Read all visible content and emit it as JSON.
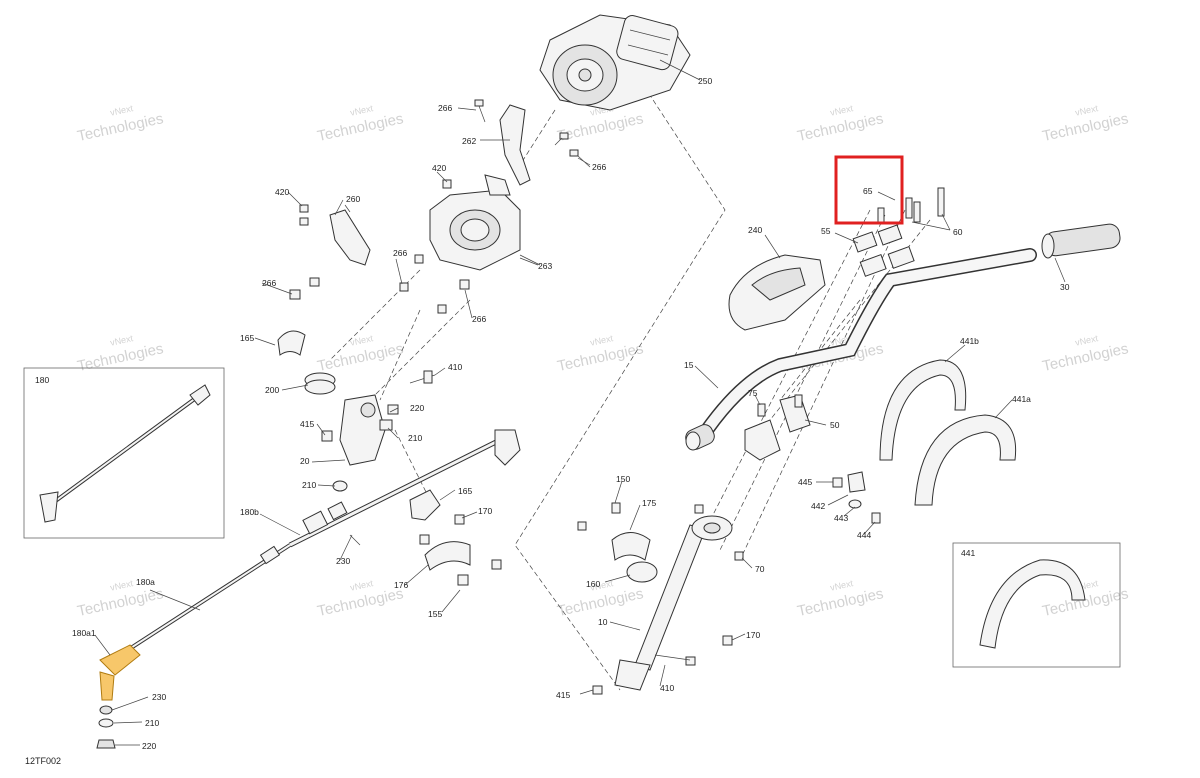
{
  "diagram": {
    "code": "12TF002",
    "highlight_label": "65",
    "callouts": {
      "c250": "250",
      "c266a": "266",
      "c262": "262",
      "c266b": "266",
      "c420a": "420",
      "c420b": "420",
      "c260": "260",
      "c266c": "266",
      "c266d": "266",
      "c263": "263",
      "c266e": "266",
      "c165a": "165",
      "c410a": "410",
      "c200": "200",
      "c220a": "220",
      "c415a": "415",
      "c210a": "210",
      "c20": "20",
      "c210b": "210",
      "c165b": "165",
      "c180": "180",
      "c180b": "180b",
      "c170a": "170",
      "c230a": "230",
      "c176": "176",
      "c155": "155",
      "c180a": "180a",
      "c180a1": "180a1",
      "c230b": "230",
      "c210c": "210",
      "c220b": "220",
      "c150": "150",
      "c175": "175",
      "c160": "160",
      "c70": "70",
      "c10": "10",
      "c170b": "170",
      "c410b": "410",
      "c415b": "415",
      "c240": "240",
      "c65": "65",
      "c55": "55",
      "c60": "60",
      "c30": "30",
      "c15": "15",
      "c75": "75",
      "c50": "50",
      "c441b": "441b",
      "c441a": "441a",
      "c445": "445",
      "c442": "442",
      "c443": "443",
      "c444": "444",
      "c441": "441"
    },
    "watermark": {
      "line1": "vNext",
      "line2": "Technologies"
    }
  }
}
